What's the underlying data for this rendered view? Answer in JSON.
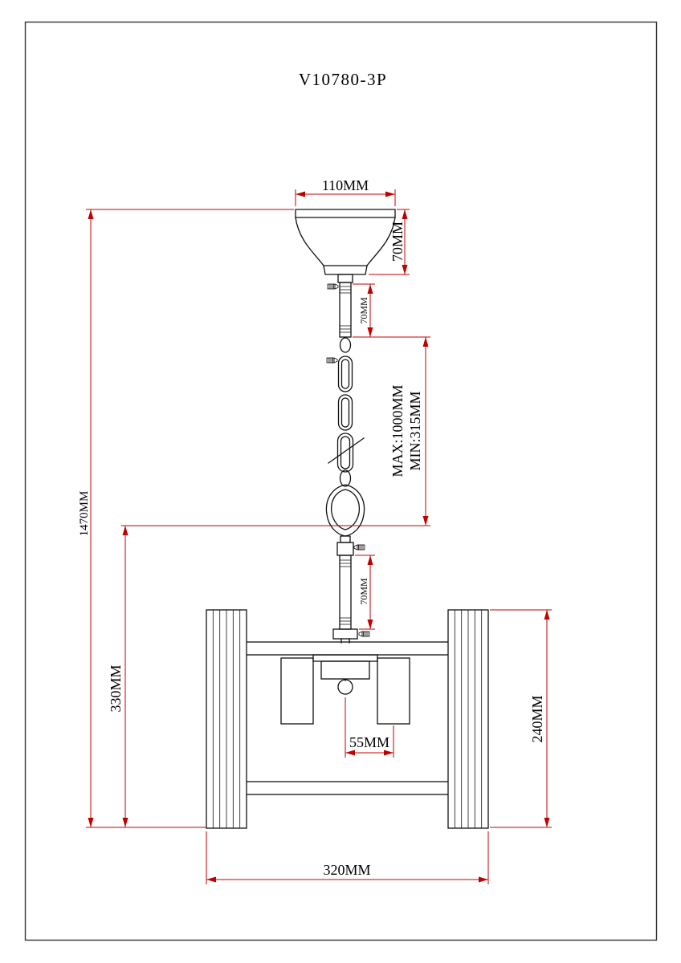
{
  "title": "V10780-3P",
  "colors": {
    "line": "#111111",
    "dimension": "#c00000",
    "text": "#000000",
    "background": "#ffffff"
  },
  "dimensions": {
    "canopy_width": "110MM",
    "canopy_height": "70MM",
    "upper_rod_length": "70MM",
    "suspension_max": "MAX:1000MM",
    "suspension_min": "MIN:315MM",
    "overall_height": "1470MM",
    "body_drop_height": "330MM",
    "lower_rod_length": "70MM",
    "shade_offset": "55MM",
    "frame_height": "240MM",
    "frame_width": "320MM"
  }
}
